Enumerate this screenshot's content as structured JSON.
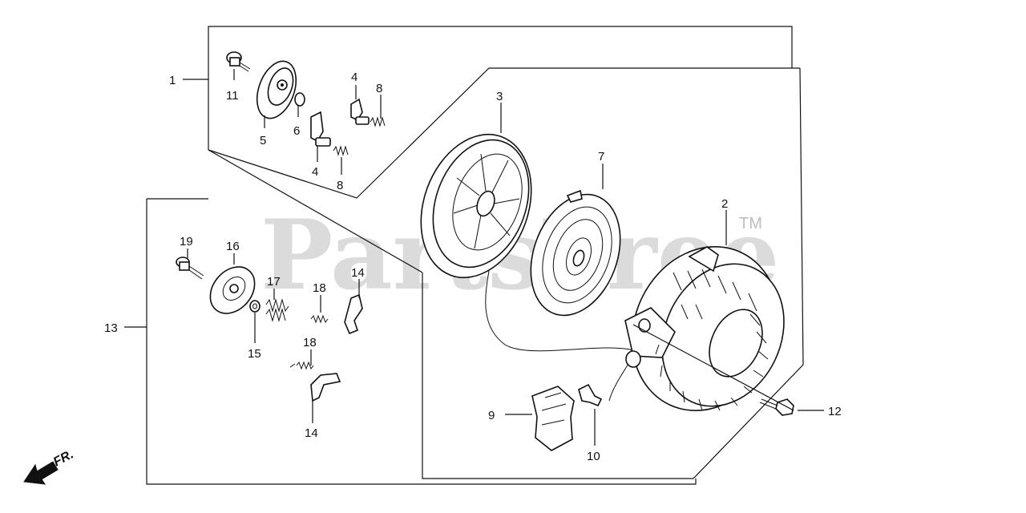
{
  "diagram": {
    "callouts": {
      "c1": "1",
      "c2": "2",
      "c3": "3",
      "c4a": "4",
      "c4b": "4",
      "c5": "5",
      "c6": "6",
      "c7": "7",
      "c8a": "8",
      "c8b": "8",
      "c9": "9",
      "c10": "10",
      "c11": "11",
      "c12": "12",
      "c13": "13",
      "c14a": "14",
      "c14b": "14",
      "c15": "15",
      "c16": "16",
      "c17": "17",
      "c18a": "18",
      "c18b": "18",
      "c19": "19"
    },
    "direction_label": "FR.",
    "watermark": "PartsTree",
    "trademark": "TM"
  }
}
